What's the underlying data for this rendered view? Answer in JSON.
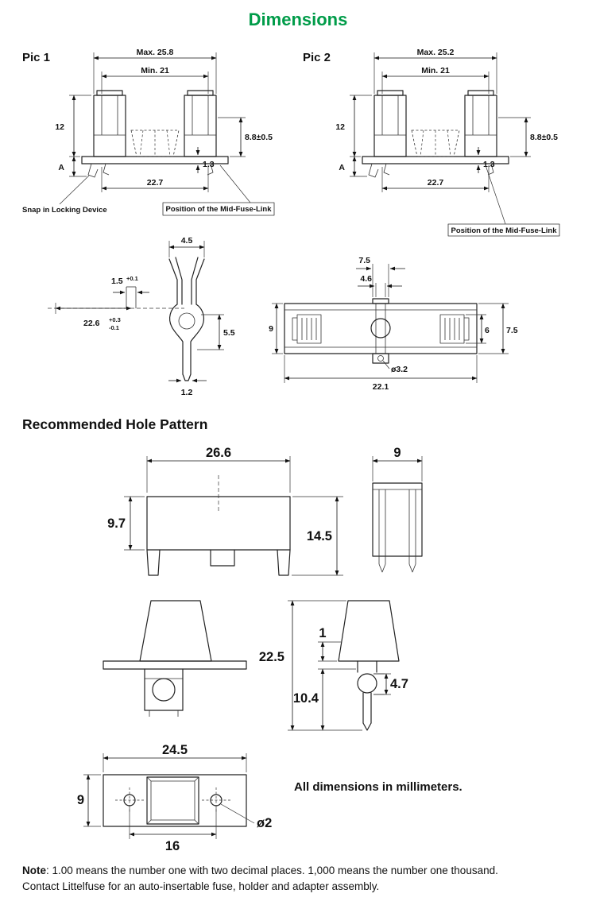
{
  "page": {
    "title": "Dimensions",
    "hole_pattern_heading": "Recommended Hole Pattern",
    "units_note": "All dimensions in millimeters.",
    "note_label": "Note",
    "note_rest": ": 1.00 means the number one with two decimal places. 1,000 means the number one thousand.",
    "note_line2": "Contact  Littelfuse for an auto-insertable fuse, holder and adapter assembly.",
    "colors": {
      "accent_green": "#009C49",
      "line": "#222222"
    }
  },
  "pic1": {
    "label": "Pic 1",
    "dim_max_width": "Max. 25.8",
    "dim_min_width": "Min. 21",
    "dim_height": "12",
    "dim_a": "A",
    "dim_depth": "8.8±0.5",
    "dim_offset": "1.3",
    "dim_base_width": "22.7",
    "label_snap": "Snap in Locking Device",
    "label_midfuse": "Position of the Mid-Fuse-Link"
  },
  "pic2": {
    "label": "Pic 2",
    "dim_max_width": "Max. 25.2",
    "dim_min_width": "Min. 21",
    "dim_height": "12",
    "dim_a": "A",
    "dim_depth": "8.8±0.5",
    "dim_offset": "1.3",
    "dim_base_width": "22.7",
    "label_midfuse": "Position of the Mid-Fuse-Link"
  },
  "clip_detail": {
    "dim_top_width": "4.5",
    "dim_pin_width": "1.5",
    "dim_pin_width_tol": "+0.1",
    "dim_offset": "22.6",
    "dim_offset_tol_plus": "+0.3",
    "dim_offset_tol_minus": "-0.1",
    "dim_jaw_height": "5.5",
    "dim_pin_tip": "1.2"
  },
  "top_view": {
    "dim_tab_outer": "7.5",
    "dim_tab_inner": "4.6",
    "dim_body_height": "9",
    "dim_clip_height": "6",
    "dim_clip_outer": "7.5",
    "dim_hole": "ø3.2",
    "dim_length": "22.1"
  },
  "hole_front": {
    "dim_width": "26.6",
    "dim_left_height": "9.7",
    "dim_right_height": "14.5"
  },
  "hole_side": {
    "dim_width": "9"
  },
  "pin_view": {
    "dim_total_height": "22.5",
    "dim_top": "1",
    "dim_lower": "10.4",
    "dim_clip": "4.7"
  },
  "hole_bottom": {
    "dim_width": "24.5",
    "dim_height": "9",
    "dim_hole_spacing": "16",
    "dim_hole": "ø2"
  }
}
